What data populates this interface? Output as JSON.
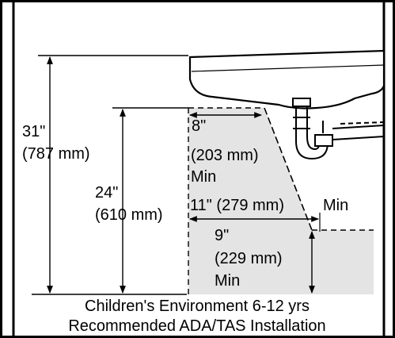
{
  "colors": {
    "ink": "#000000",
    "paper": "#ffffff",
    "knee_clearance": "#e4e4e4"
  },
  "dimensions": {
    "rim_height": {
      "imperial": "31\"",
      "metric": "(787 mm)"
    },
    "knee_height": {
      "imperial": "24\"",
      "metric": "(610 mm)"
    },
    "knee_depth_top": {
      "imperial": "8\"",
      "metric": "(203 mm)",
      "qualifier": "Min"
    },
    "knee_depth_mid": {
      "text": "11\" (279 mm)",
      "qualifier": "Min"
    },
    "toe_height": {
      "imperial": "9\"",
      "metric": "(229 mm)",
      "qualifier": "Min"
    }
  },
  "caption": {
    "line1": "Children's Environment 6-12 yrs",
    "line2": "Recommended ADA/TAS Installation"
  }
}
